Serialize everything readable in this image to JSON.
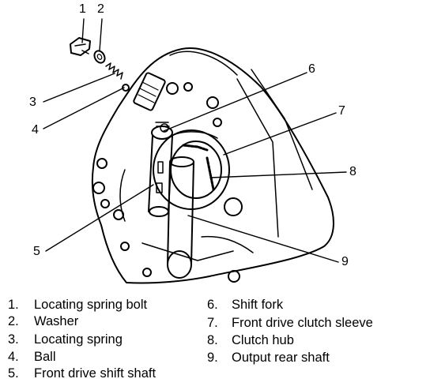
{
  "callouts": [
    "1",
    "2",
    "3",
    "4",
    "5",
    "6",
    "7",
    "8",
    "9"
  ],
  "legend": [
    {
      "num": "1.",
      "text": "Locating spring bolt"
    },
    {
      "num": "2.",
      "text": "Washer"
    },
    {
      "num": "3.",
      "text": "Locating spring"
    },
    {
      "num": "4.",
      "text": "Ball"
    },
    {
      "num": "5.",
      "text": "Front drive shift shaft"
    },
    {
      "num": "6.",
      "text": "Shift fork"
    },
    {
      "num": "7.",
      "text": "Front drive clutch sleeve"
    },
    {
      "num": "8.",
      "text": "Clutch hub"
    },
    {
      "num": "9.",
      "text": "Output rear shaft"
    }
  ],
  "colors": {
    "ink": "#000000",
    "paper": "#ffffff"
  }
}
